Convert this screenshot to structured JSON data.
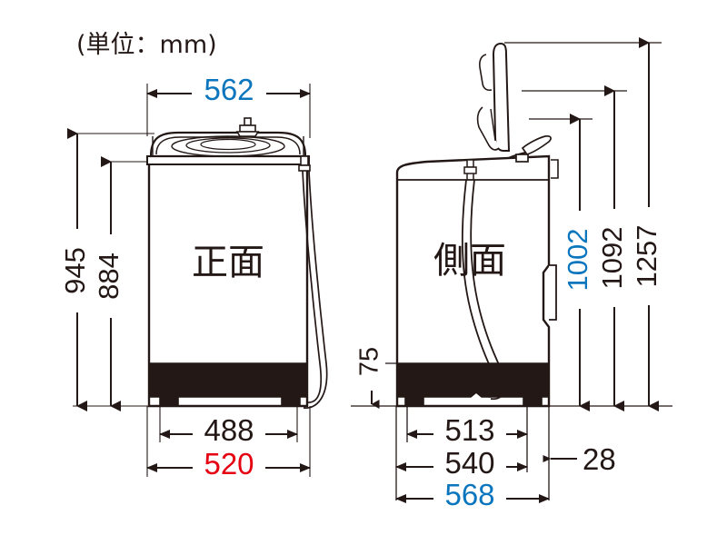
{
  "title": "(単位：mm)",
  "colors": {
    "ink": "#231815",
    "blue": "#0b76bd",
    "red": "#e50012",
    "base_fill": "#231815",
    "background": "#ffffff"
  },
  "views": {
    "front": {
      "label": "正面"
    },
    "side": {
      "label": "側面"
    }
  },
  "dimensions": {
    "front_width_outer": {
      "value": "562",
      "color": "blue",
      "orientation": "horizontal",
      "view": "front"
    },
    "front_height_total": {
      "value": "945",
      "color": "ink",
      "orientation": "vertical",
      "view": "front"
    },
    "front_height_body": {
      "value": "884",
      "color": "ink",
      "orientation": "vertical",
      "view": "front"
    },
    "front_foot_inner": {
      "value": "488",
      "color": "ink",
      "orientation": "horizontal",
      "view": "front"
    },
    "front_foot_outer": {
      "value": "520",
      "color": "red",
      "orientation": "horizontal",
      "view": "front"
    },
    "side_lid_open_mid": {
      "value": "1002",
      "color": "blue",
      "orientation": "vertical",
      "view": "side"
    },
    "side_lid_open_high": {
      "value": "1092",
      "color": "ink",
      "orientation": "vertical",
      "view": "side"
    },
    "side_lid_open_max": {
      "value": "1257",
      "color": "ink",
      "orientation": "vertical",
      "view": "side"
    },
    "side_base_height": {
      "value": "75",
      "color": "ink",
      "orientation": "vertical",
      "view": "side"
    },
    "side_foot_inner": {
      "value": "513",
      "color": "ink",
      "orientation": "horizontal",
      "view": "side"
    },
    "side_depth_body": {
      "value": "540",
      "color": "ink",
      "orientation": "horizontal",
      "view": "side"
    },
    "side_depth_outer": {
      "value": "568",
      "color": "blue",
      "orientation": "horizontal",
      "view": "side"
    },
    "side_rear_offset": {
      "value": "28",
      "color": "ink",
      "orientation": "horizontal",
      "view": "side"
    }
  },
  "chart_data": {
    "type": "table",
    "title": "(単位：mm)",
    "categories": [
      "562",
      "945",
      "884",
      "488",
      "520",
      "1002",
      "1092",
      "1257",
      "75",
      "513",
      "540",
      "568",
      "28"
    ],
    "values": [
      562,
      945,
      884,
      488,
      520,
      1002,
      1092,
      1257,
      75,
      513,
      540,
      568,
      28
    ]
  }
}
